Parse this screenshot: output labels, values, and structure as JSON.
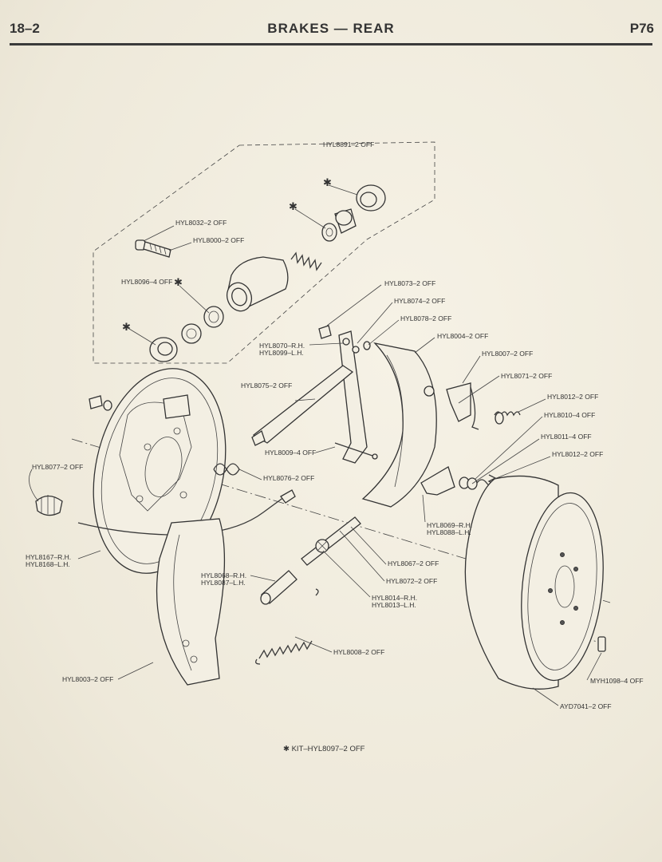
{
  "header": {
    "section": "18–2",
    "title": "BRAKES — REAR",
    "page_code": "P76"
  },
  "labels": {
    "l8891": "HYL8891–2 OFF",
    "l8032": "HYL8032–2 OFF",
    "l8000": "HYL8000–2 OFF",
    "l8096": "HYL8096–4 OFF",
    "l8073": "HYL8073–2 OFF",
    "l8074": "HYL8074–2 OFF",
    "l8078": "HYL8078–2 OFF",
    "l8070a": "HYL8070–R.H.",
    "l8070b": "HYL8099–L.H.",
    "l8004": "HYL8004–2 OFF",
    "l8007": "HYL8007–2 OFF",
    "l8071": "HYL8071–2 OFF",
    "l8075": "HYL8075–2 OFF",
    "l8012a": "HYL8012–2 OFF",
    "l8010": "HYL8010–4 OFF",
    "l8011": "HYL8011–4 OFF",
    "l8012b": "HYL8012–2 OFF",
    "l8009": "HYL8009–4 OFF",
    "l8077": "HYL8077–2 OFF",
    "l8076": "HYL8076–2 OFF",
    "l8069a": "HYL8069–R.H.",
    "l8069b": "HYL8088–L.H.",
    "l8167a": "HYL8167–R.H.",
    "l8167b": "HYL8168–L.H.",
    "l8067": "HYL8067–2 OFF",
    "l8072": "HYL8072–2 OFF",
    "l8068a": "HYL8068–R.H.",
    "l8068b": "HYL8087–L.H.",
    "l8014a": "HYL8014–R.H.",
    "l8014b": "HYL8013–L.H.",
    "l8008": "HYL8008–2 OFF",
    "l8003": "HYL8003–2 OFF",
    "myh1098": "MYH1098–4 OFF",
    "ayd7041": "AYD7041–2 OFF",
    "asterisk": "✱",
    "kit": "✱ KIT–HYL8097–2 OFF"
  }
}
